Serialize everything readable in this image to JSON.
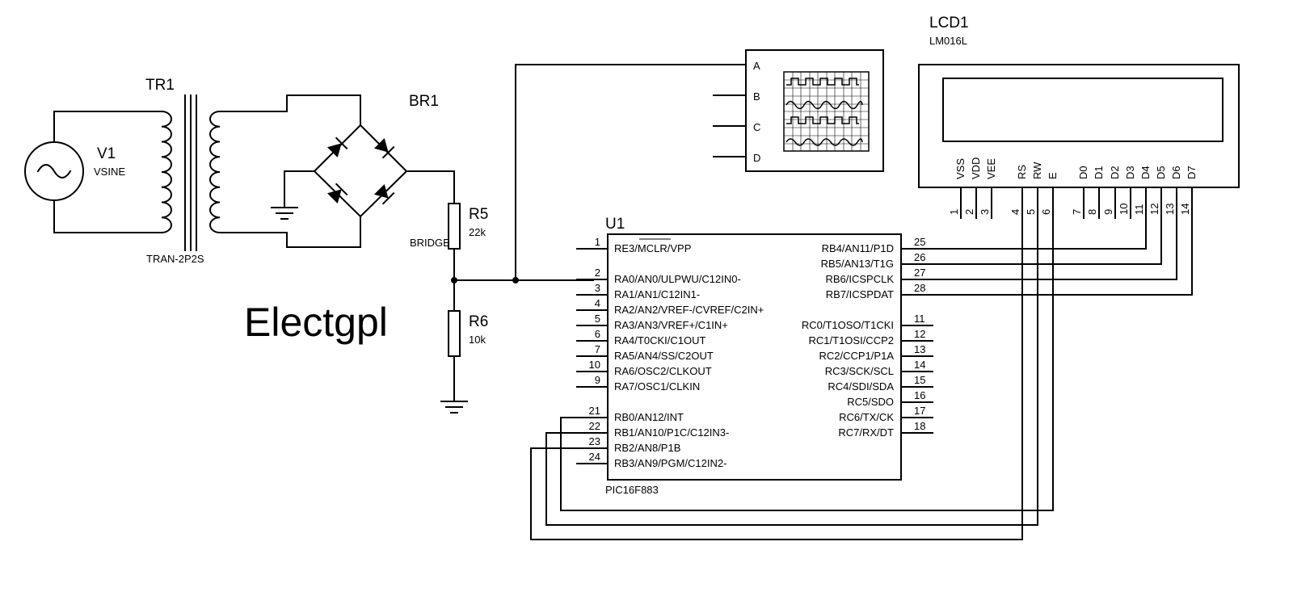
{
  "watermark": "Electgpl",
  "components": {
    "v1": {
      "ref": "V1",
      "value": "VSINE"
    },
    "tr1": {
      "ref": "TR1",
      "value": "TRAN-2P2S"
    },
    "br1": {
      "ref": "BR1",
      "value": "BRIDGE"
    },
    "r5": {
      "ref": "R5",
      "value": "22k"
    },
    "r6": {
      "ref": "R6",
      "value": "10k"
    },
    "lcd1": {
      "ref": "LCD1",
      "value": "LM016L"
    },
    "u1": {
      "ref": "U1",
      "value": "PIC16F883"
    }
  },
  "scope": {
    "channels": [
      "A",
      "B",
      "C",
      "D"
    ]
  },
  "lcd_pins": [
    {
      "name": "VSS",
      "num": "1"
    },
    {
      "name": "VDD",
      "num": "2"
    },
    {
      "name": "VEE",
      "num": "3"
    },
    {
      "name": "RS",
      "num": "4"
    },
    {
      "name": "RW",
      "num": "5"
    },
    {
      "name": "E",
      "num": "6"
    },
    {
      "name": "D0",
      "num": "7"
    },
    {
      "name": "D1",
      "num": "8"
    },
    {
      "name": "D2",
      "num": "9"
    },
    {
      "name": "D3",
      "num": "10"
    },
    {
      "name": "D4",
      "num": "11"
    },
    {
      "name": "D5",
      "num": "12"
    },
    {
      "name": "D6",
      "num": "13"
    },
    {
      "name": "D7",
      "num": "14"
    }
  ],
  "u1_left_pins": [
    {
      "num": "1",
      "label": "RE3/MCLR/VPP"
    },
    {
      "num": "2",
      "label": "RA0/AN0/ULPWU/C12IN0-"
    },
    {
      "num": "3",
      "label": "RA1/AN1/C12IN1-"
    },
    {
      "num": "4",
      "label": "RA2/AN2/VREF-/CVREF/C2IN+"
    },
    {
      "num": "5",
      "label": "RA3/AN3/VREF+/C1IN+"
    },
    {
      "num": "6",
      "label": "RA4/T0CKI/C1OUT"
    },
    {
      "num": "7",
      "label": "RA5/AN4/SS/C2OUT"
    },
    {
      "num": "10",
      "label": "RA6/OSC2/CLKOUT"
    },
    {
      "num": "9",
      "label": "RA7/OSC1/CLKIN"
    },
    {
      "num": "21",
      "label": "RB0/AN12/INT"
    },
    {
      "num": "22",
      "label": "RB1/AN10/P1C/C12IN3-"
    },
    {
      "num": "23",
      "label": "RB2/AN8/P1B"
    },
    {
      "num": "24",
      "label": "RB3/AN9/PGM/C12IN2-"
    }
  ],
  "u1_right_pins": [
    {
      "num": "25",
      "label": "RB4/AN11/P1D"
    },
    {
      "num": "26",
      "label": "RB5/AN13/T1G"
    },
    {
      "num": "27",
      "label": "RB6/ICSPCLK"
    },
    {
      "num": "28",
      "label": "RB7/ICSPDAT"
    },
    {
      "num": "11",
      "label": "RC0/T1OSO/T1CKI"
    },
    {
      "num": "12",
      "label": "RC1/T1OSI/CCP2"
    },
    {
      "num": "13",
      "label": "RC2/CCP1/P1A"
    },
    {
      "num": "14",
      "label": "RC3/SCK/SCL"
    },
    {
      "num": "15",
      "label": "RC4/SDI/SDA"
    },
    {
      "num": "16",
      "label": "RC5/SDO"
    },
    {
      "num": "17",
      "label": "RC6/TX/CK"
    },
    {
      "num": "18",
      "label": "RC7/RX/DT"
    }
  ]
}
